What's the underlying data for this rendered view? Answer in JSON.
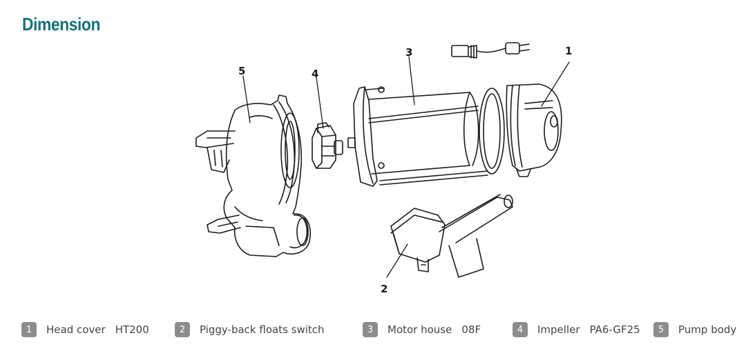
{
  "title": "Dimension",
  "callouts": {
    "c1": "1",
    "c2": "2",
    "c3": "3",
    "c4": "4",
    "c5": "5"
  },
  "legend": [
    {
      "num": "1",
      "name": "Head cover",
      "code": "HT200"
    },
    {
      "num": "2",
      "name": "Piggy-back floats switch",
      "code": ""
    },
    {
      "num": "3",
      "name": "Motor house",
      "code": "08F"
    },
    {
      "num": "4",
      "name": "Impeller",
      "code": "PA6-GF25"
    },
    {
      "num": "5",
      "name": "Pump body",
      "code": ""
    }
  ],
  "colors": {
    "title": "#17707a",
    "badge": "#8c8c8c",
    "line": "#1a1a1a"
  }
}
